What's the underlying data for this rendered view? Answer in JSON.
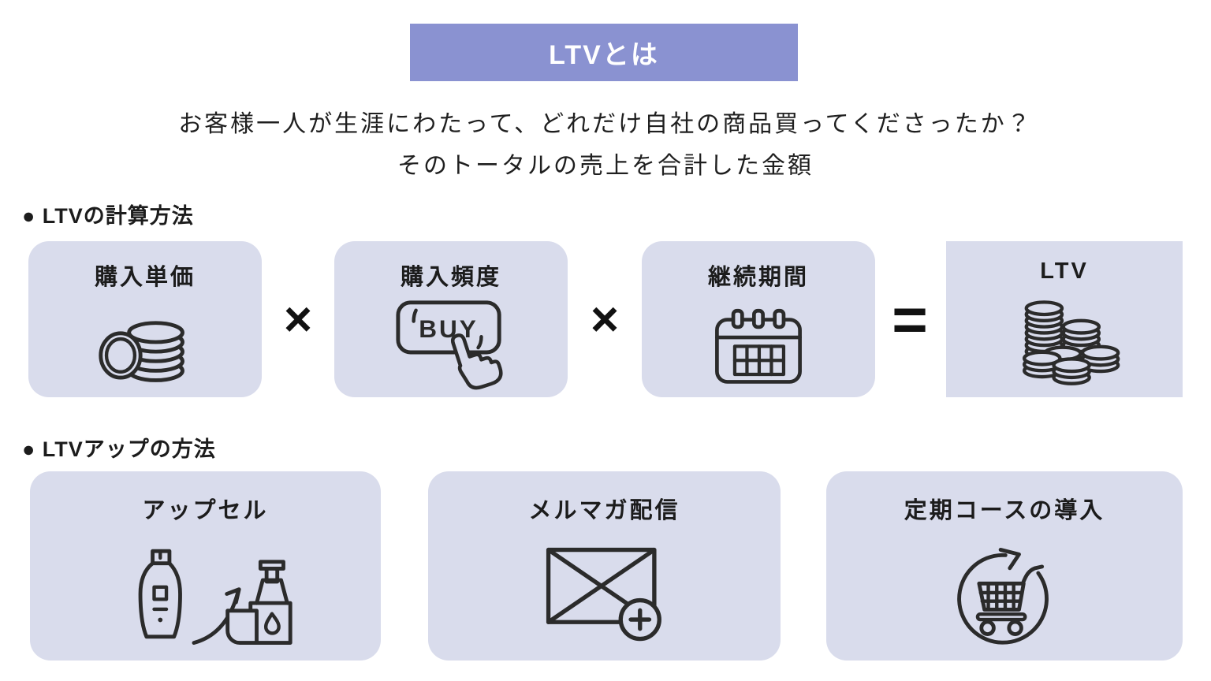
{
  "header": {
    "title": "LTVとは"
  },
  "description": {
    "line1": "お客様一人が生涯にわたって、どれだけ自社の商品買ってくださったか？",
    "line2": "そのトータルの売上を合計した金額"
  },
  "calc_section": {
    "heading": "● LTVの計算方法",
    "operators": [
      "×",
      "×",
      "="
    ],
    "buy_button_text": "BUY",
    "items": [
      {
        "label": "購入単価",
        "icon": "coins-stack-icon"
      },
      {
        "label": "購入頻度",
        "icon": "buy-button-icon"
      },
      {
        "label": "継続期間",
        "icon": "calendar-icon"
      },
      {
        "label": "LTV",
        "icon": "coin-piles-icon"
      }
    ]
  },
  "up_section": {
    "heading": "● LTVアップの方法",
    "items": [
      {
        "label": "アップセル",
        "icon": "upsell-icon"
      },
      {
        "label": "メルマガ配信",
        "icon": "newsletter-icon"
      },
      {
        "label": "定期コースの導入",
        "icon": "subscription-cart-icon"
      }
    ]
  },
  "colors": {
    "header_bg": "#8a92d1",
    "box_bg": "#d9dcec",
    "icon_stroke": "#2b2b2b",
    "text": "#1c1c1c",
    "header_text": "#ffffff"
  }
}
